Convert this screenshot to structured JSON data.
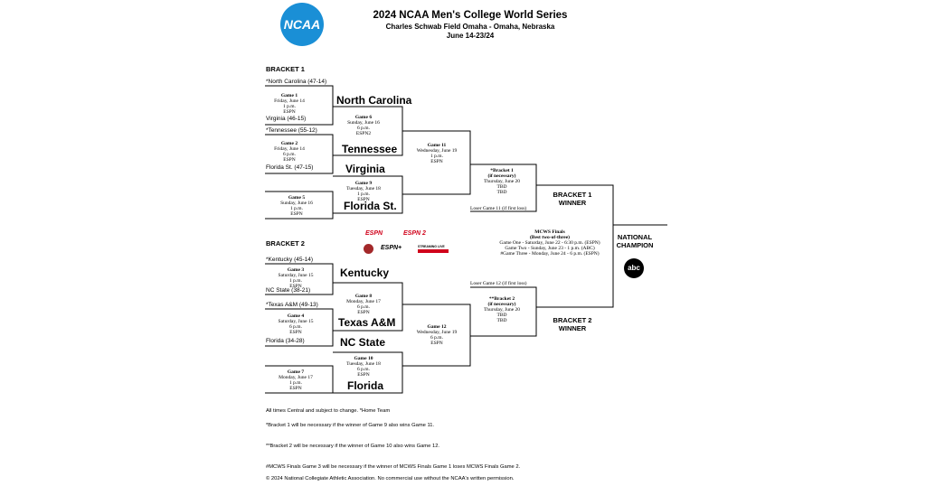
{
  "header": {
    "logo_text": "NCAA",
    "title": "2024 NCAA Men's College World Series",
    "venue": "Charles Schwab Field Omaha - Omaha, Nebraska",
    "dates": "June 14-23/24"
  },
  "bracket1": {
    "title": "BRACKET 1",
    "seed1": "*North Carolina (47-14)",
    "seed2": "Virginia (46-15)",
    "seed3": "*Tennessee (55-12)",
    "seed4": "Florida St. (47-15)",
    "game1": {
      "name": "Game 1",
      "date": "Friday, June 14",
      "time": "1 p.m.",
      "net": "ESPN"
    },
    "game2": {
      "name": "Game 2",
      "date": "Friday, June 14",
      "time": "6 p.m.",
      "net": "ESPN"
    },
    "game5": {
      "name": "Game 5",
      "date": "Sunday, June 16",
      "time": "1 p.m.",
      "net": "ESPN"
    },
    "game6": {
      "name": "Game 6",
      "date": "Sunday, June 16",
      "time": "6 p.m.",
      "net": "ESPN2"
    },
    "game9": {
      "name": "Game 9",
      "date": "Tuesday, June 18",
      "time": "1 p.m.",
      "net": "ESPN"
    },
    "game11": {
      "name": "Game 11",
      "date": "Wednesday, June 19",
      "time": "1 p.m.",
      "net": "ESPN"
    },
    "r2_top": "North Carolina",
    "r2_mid": "Tennessee",
    "r2_lowtop": "Virginia",
    "r2_low": "Florida St.",
    "bracket_final": {
      "name": "*Bracket 1",
      "note": "(if necessary)",
      "date": "Thursday, June 20",
      "line1": "TBD",
      "line2": "TBD"
    },
    "loser_line": "Loser Game 11 (if first loss)",
    "winner1": "BRACKET 1",
    "winner2": "WINNER"
  },
  "bracket2": {
    "title": "BRACKET 2",
    "seed1": "*Kentucky (45-14)",
    "seed2": "NC State (38-21)",
    "seed3": "*Texas A&M (49-13)",
    "seed4": "Florida (34-28)",
    "game3": {
      "name": "Game 3",
      "date": "Saturday, June 15",
      "time": "1 p.m.",
      "net": "ESPN"
    },
    "game4": {
      "name": "Game 4",
      "date": "Saturday, June 15",
      "time": "6 p.m.",
      "net": "ESPN"
    },
    "game7": {
      "name": "Game 7",
      "date": "Monday, June 17",
      "time": "1 p.m.",
      "net": "ESPN"
    },
    "game8": {
      "name": "Game 8",
      "date": "Monday, June 17",
      "time": "6 p.m.",
      "net": "ESPN"
    },
    "game10": {
      "name": "Game 10",
      "date": "Tuesday, June 18",
      "time": "6 p.m.",
      "net": "ESPN"
    },
    "game12": {
      "name": "Game 12",
      "date": "Wednesday, June 19",
      "time": "6 p.m.",
      "net": "ESPN"
    },
    "r2_top": "Kentucky",
    "r2_mid": "Texas A&M",
    "r2_lowtop": "NC State",
    "r2_low": "Florida",
    "bracket_final": {
      "name": "**Bracket 2",
      "note": "(if necessary)",
      "date": "Thursday, June 20",
      "line1": "TBD",
      "line2": "TBD"
    },
    "loser_line": "Loser Game 12 (if first loss)",
    "winner1": "BRACKET 2",
    "winner2": "WINNER"
  },
  "finals": {
    "title": "MCWS Finals",
    "subtitle": "(Best two-of-three)",
    "g1": "Game One - Saturday, June 22 - 6:30 p.m. (ESPN)",
    "g2": "Game Two - Sunday, June 23 - 1 p.m. (ABC)",
    "g3": "#Game Three - Monday, June 24 - 6 p.m. (ESPN)",
    "champ1": "NATIONAL",
    "champ2": "CHAMPION",
    "abc": "abc"
  },
  "networks": {
    "espn": "ESPN",
    "espn2": "ESPN 2",
    "espnplus": "ESPN+",
    "streaming": "STREAMING LIVE"
  },
  "footnotes": {
    "f1": "All times Central and subject to change. *Home Team",
    "f2": "*Bracket 1 will be necessary if the winner of Game 9 also wins Game 11.",
    "f3": "**Bracket 2 will be necessary if the winner of Game 10 also wins Game 12.",
    "f4": "#MCWS Finals Game 3 will be necessary if the winner of MCWS Finals Game 1 loses MCWS Finals Game 2.",
    "f5": "© 2024 National Collegiate Athletic Association. No commercial use without the NCAA's written permission."
  },
  "colors": {
    "ncaa_blue": "#1a8fd6",
    "espn_red": "#d0021b",
    "line": "#000000"
  }
}
